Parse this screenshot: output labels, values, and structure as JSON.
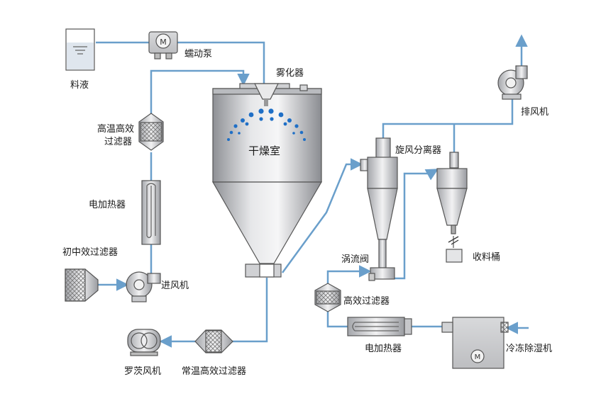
{
  "labels": {
    "feed_liquid": "料液",
    "peristaltic_pump": "蠕动泵",
    "atomizer": "雾化器",
    "high_temp_filter_1": "高温高效",
    "high_temp_filter_2": "过滤器",
    "electric_heater": "电加热器",
    "primary_medium_filter": "初中效过滤器",
    "inlet_fan": "进风机",
    "drying_chamber": "干燥室",
    "roots_blower": "罗茨风机",
    "normal_temp_filter": "常温高效过滤器",
    "cyclone_separator": "旋风分离器",
    "vortex_valve": "涡流阀",
    "collecting_bucket": "收料桶",
    "exhaust_fan": "排风机",
    "high_efficiency_filter": "高效过滤器",
    "freeze_dehumidifier": "冷冻除湿机"
  },
  "colors": {
    "pipe": "#6a9fcb",
    "spray_droplets": "#1f6fc6"
  },
  "icons": [
    "feed-tank-icon",
    "peristaltic-pump-icon",
    "high-temp-filter-icon",
    "electric-heater-icon",
    "primary-filter-icon",
    "inlet-fan-icon",
    "drying-chamber-icon",
    "normal-temp-filter-icon",
    "roots-blower-icon",
    "cyclone-separator-icon",
    "vortex-valve-icon",
    "cyclone-separator-small-icon",
    "collecting-bucket-icon",
    "exhaust-fan-icon",
    "high-efficiency-filter-icon",
    "electric-heater-right-icon",
    "freeze-dehumidifier-icon"
  ]
}
